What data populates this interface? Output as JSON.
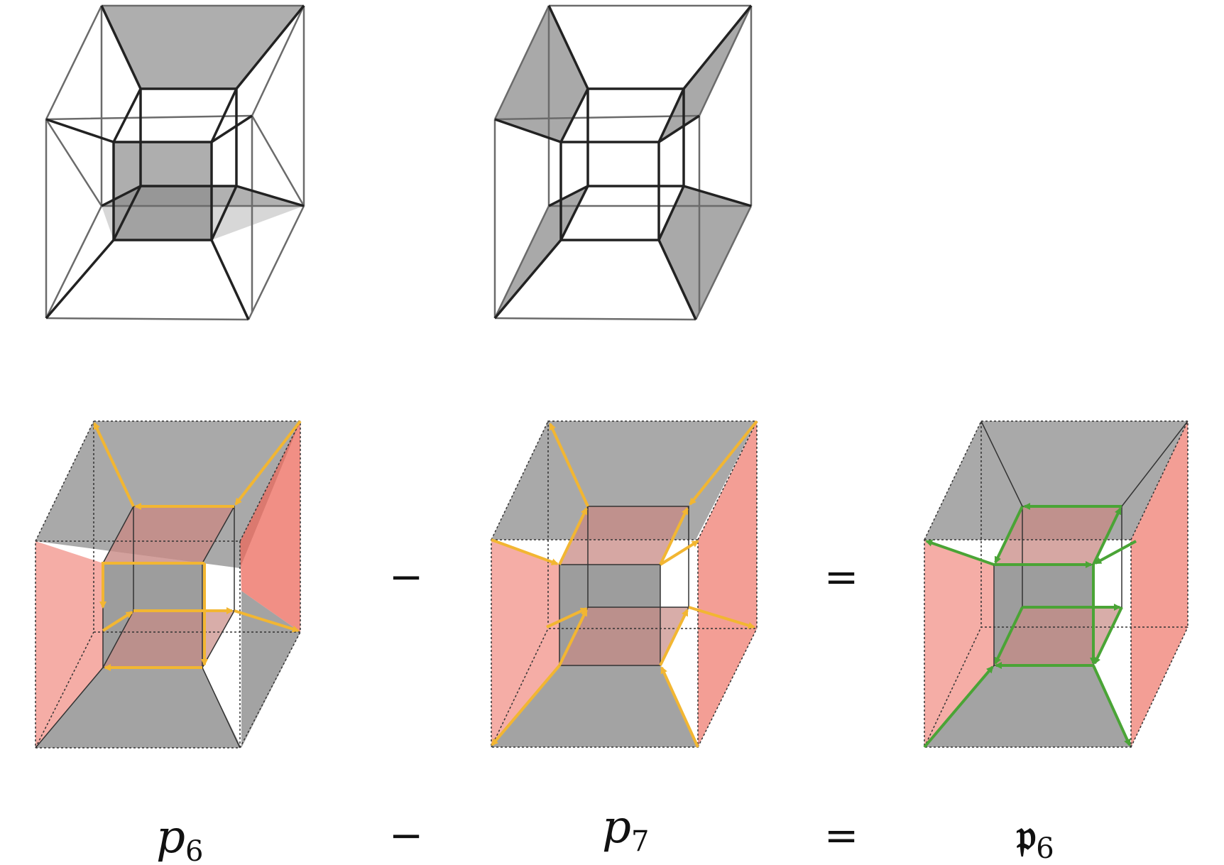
{
  "top_row": {
    "panel_1": {
      "highlight": "top and bottom faces shaded"
    },
    "panel_2": {
      "highlight": "slanted side faces shaded"
    }
  },
  "middle_row": {
    "operators": [
      "−",
      "="
    ]
  },
  "equation": {
    "term_1": {
      "base": "p",
      "subscript": "6"
    },
    "minus": "−",
    "term_2": {
      "base": "p",
      "subscript": "7"
    },
    "equals": "=",
    "result": {
      "base": "𝔭",
      "subscript": "6"
    }
  },
  "colors": {
    "gray_face": "#8c8c8c",
    "red_face": "#ec6a5c",
    "yellow_arrow": "#f2b632",
    "green_arrow": "#4aa436",
    "edge": "#222222"
  }
}
